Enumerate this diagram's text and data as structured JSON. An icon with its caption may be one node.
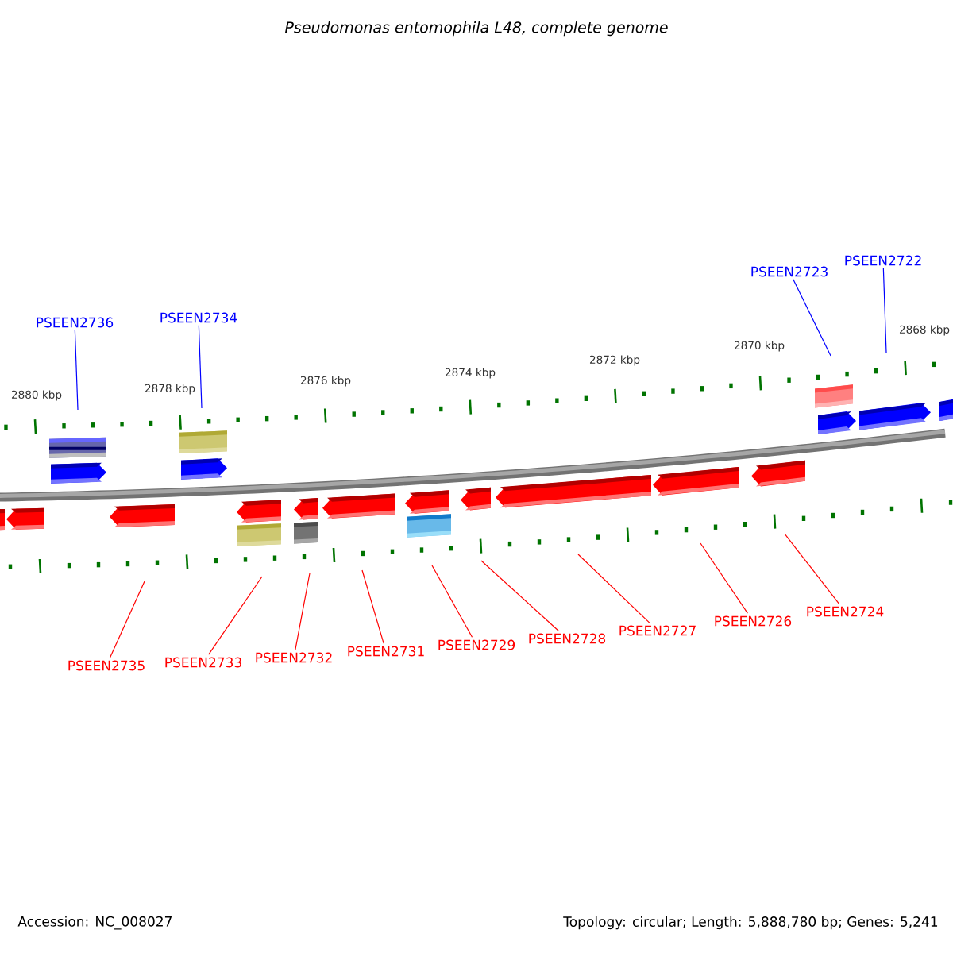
{
  "diagram": {
    "title": "Pseudomonas entomophila L48, complete genome",
    "nodes": [
      {
        "text": [
          "PSEEN2736"
        ]
      },
      {
        "text": [
          "PSEEN2734"
        ]
      },
      {
        "text": [
          "PSEEN2723"
        ]
      },
      {
        "text": [
          "PSEEN2722"
        ]
      },
      {
        "text": [
          "PSEEN2735"
        ]
      },
      {
        "text": [
          "PSEEN2733"
        ]
      },
      {
        "text": [
          "PSEEN2732"
        ]
      },
      {
        "text": [
          "PSEEN2731"
        ]
      },
      {
        "text": [
          "PSEEN2729"
        ]
      },
      {
        "text": [
          "PSEEN2728"
        ]
      },
      {
        "text": [
          "PSEEN2727"
        ]
      },
      {
        "text": [
          "PSEEN2726"
        ]
      },
      {
        "text": [
          "PSEEN2724"
        ]
      }
    ],
    "edges": [
      {
        "from": 0,
        "to": null,
        "arrow": "none",
        "color": "#0000ff"
      },
      {
        "from": 1,
        "to": null,
        "arrow": "none",
        "color": "#0000ff"
      },
      {
        "from": 2,
        "to": null,
        "arrow": "none",
        "color": "#0000ff"
      },
      {
        "from": 3,
        "to": null,
        "arrow": "none",
        "color": "#0000ff"
      },
      {
        "from": 4,
        "to": null,
        "arrow": "none"
      },
      {
        "from": 5,
        "to": null,
        "arrow": "none"
      },
      {
        "from": 6,
        "to": null,
        "arrow": "none"
      },
      {
        "from": 7,
        "to": null,
        "arrow": "none"
      },
      {
        "from": 8,
        "to": null,
        "arrow": "none"
      },
      {
        "from": 9,
        "to": null,
        "arrow": "none"
      },
      {
        "from": 10,
        "to": null,
        "arrow": "none"
      },
      {
        "from": 11,
        "to": null,
        "arrow": "none"
      },
      {
        "from": 12,
        "to": null,
        "arrow": "none"
      }
    ],
    "labels": [
      "2880 kbp",
      "2878 kbp",
      "2876 kbp",
      "2874 kbp",
      "2872 kbp",
      "2870 kbp",
      "2868 kbp",
      "Accession: NC_008027",
      "Topology: circular; Length: 5,888,780 bp; Genes: 5,241"
    ]
  }
}
